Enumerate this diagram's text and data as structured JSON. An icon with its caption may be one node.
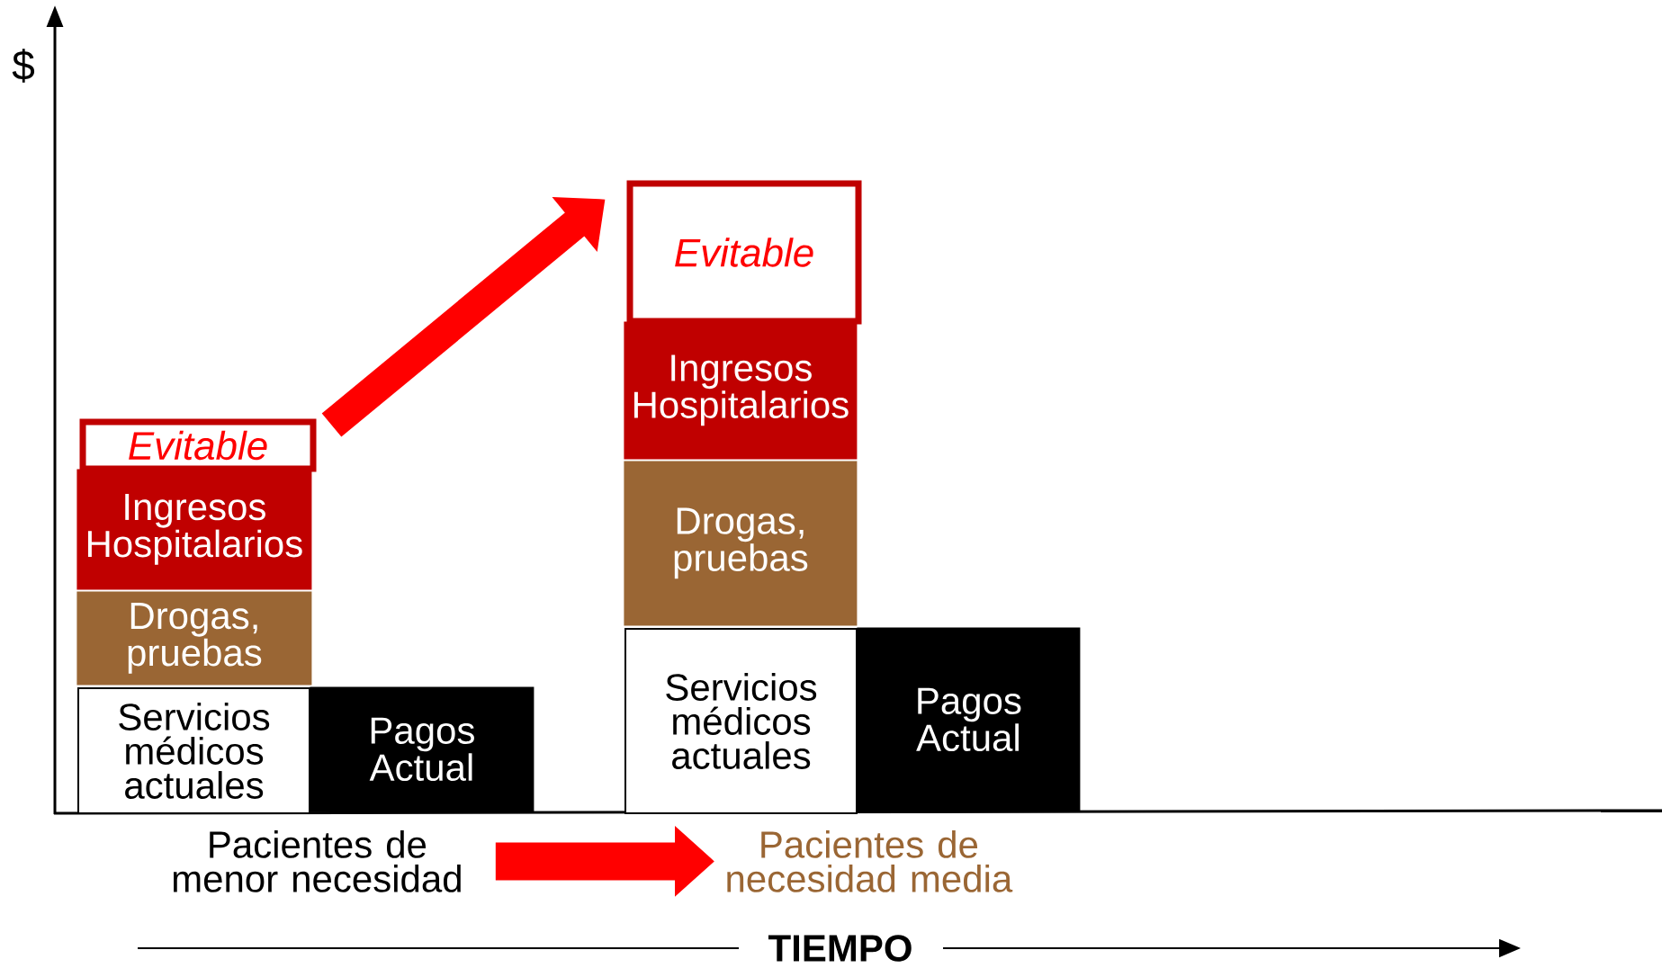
{
  "diagram": {
    "nodes": [
      {
        "text": [
          "Evitable"
        ]
      },
      {
        "text": [
          "Ingresos Hospitalarios"
        ]
      },
      {
        "text": [
          "Drogas, pruebas"
        ]
      },
      {
        "text": [
          "Servicios médicos actuales"
        ]
      },
      {
        "text": [
          "Pagos Actual"
        ]
      },
      {
        "text": [
          "Evitable"
        ]
      },
      {
        "text": [
          "Ingresos Hospitalarios"
        ]
      },
      {
        "text": [
          "Drogas, pruebas"
        ]
      },
      {
        "text": [
          "Servicios médicos actuales"
        ]
      },
      {
        "text": [
          "Pagos Actual"
        ]
      },
      {
        "text": [
          "Pacientes de menor necesidad"
        ]
      },
      {
        "text": [
          "Pacientes de necesidad media"
        ]
      }
    ],
    "edges": [
      {
        "from": 0,
        "to": 5,
        "arrow": "to"
      },
      {
        "from": 10,
        "to": 11,
        "arrow": "to"
      }
    ],
    "labels": [
      "$",
      "TIEMPO"
    ]
  }
}
